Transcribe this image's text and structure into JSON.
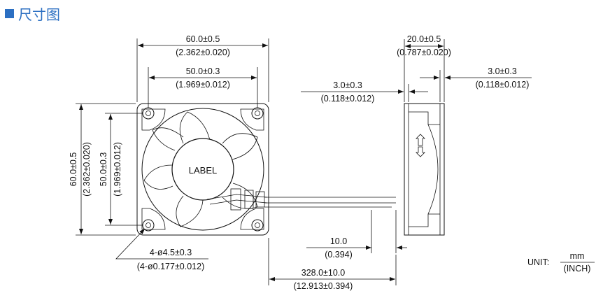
{
  "title": "尺寸图",
  "label_text": "LABEL",
  "dims": {
    "total_width_mm": "60.0±0.5",
    "total_width_in": "(2.362±0.020)",
    "hole_pitch_mm": "50.0±0.3",
    "hole_pitch_in": "(1.969±0.012)",
    "height_mm": "60.0±0.5",
    "height_in": "(2.362±0.020)",
    "height_pitch_mm": "50.0±0.3",
    "height_pitch_in": "(1.969±0.012)",
    "hole_dia_mm": "4-ø4.5±0.3",
    "hole_dia_in": "(4-ø0.177±0.012)",
    "depth_mm": "20.0±0.5",
    "depth_in": "(0.787±0.020)",
    "flange_left_mm": "3.0±0.3",
    "flange_left_in": "(0.118±0.012)",
    "flange_right_mm": "3.0±0.3",
    "flange_right_in": "(0.118±0.012)",
    "strip_mm": "10.0",
    "strip_in": "(0.394)",
    "lead_mm": "328.0±10.0",
    "lead_in": "(12.913±0.394)"
  },
  "unit": {
    "prefix": "UNIT:",
    "numerator": "mm",
    "denominator": "(INCH)"
  }
}
